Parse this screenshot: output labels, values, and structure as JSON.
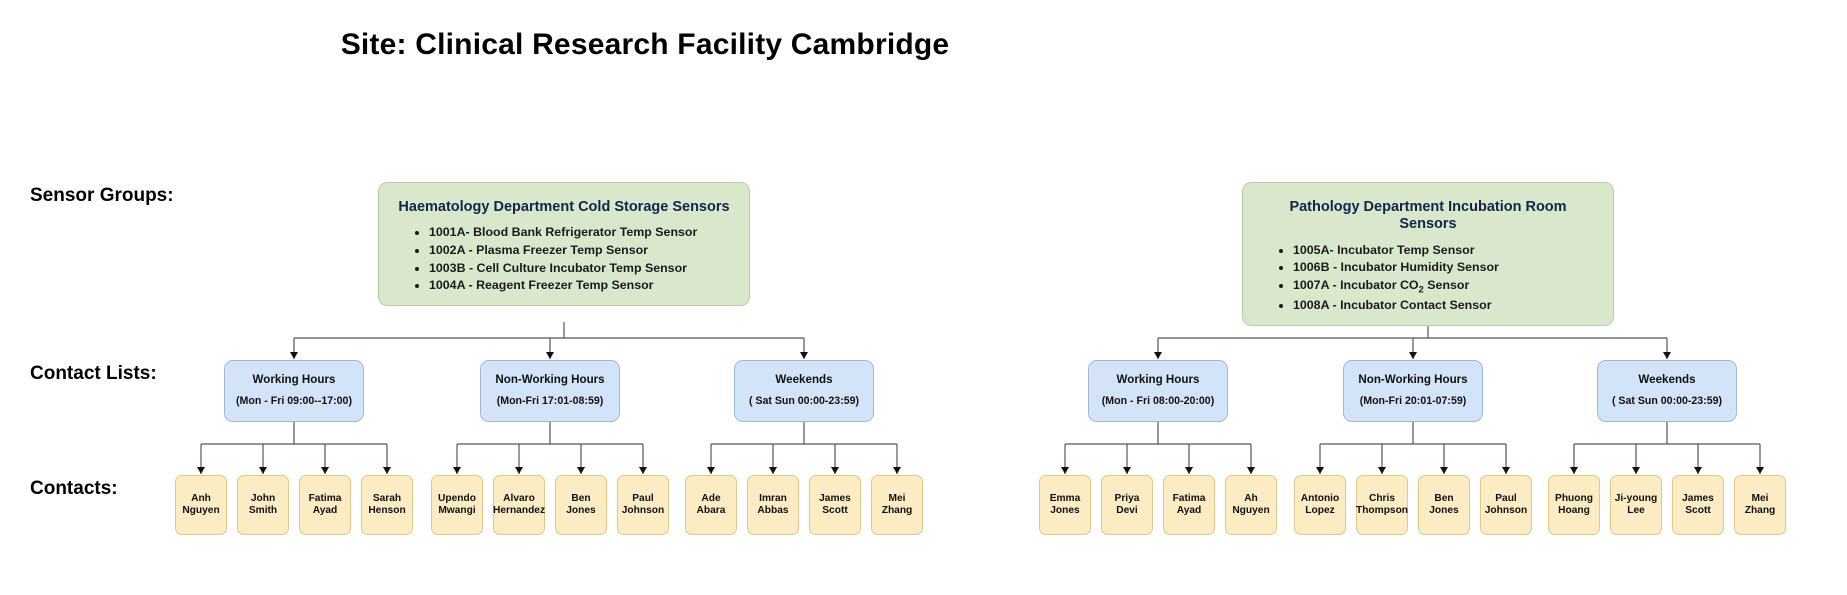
{
  "page": {
    "title": "Site: Clinical Research Facility Cambridge"
  },
  "row_labels": {
    "sensor_groups": "Sensor Groups:",
    "contact_lists": "Contact Lists:",
    "contacts": "Contacts:"
  },
  "colors": {
    "sensor_group_fill": "#d9e8cd",
    "sensor_group_border": "#b8cfa6",
    "sensor_group_title": "#16234a",
    "contact_list_fill": "#d3e3f8",
    "contact_list_border": "#9cb9dd",
    "contact_fill": "#fcecc4",
    "contact_border": "#e0c88c",
    "connector": "#555555",
    "background": "#ffffff"
  },
  "sensor_groups": [
    {
      "id": "haematology",
      "title": "Haematology Department Cold Storage Sensors",
      "sensors": [
        "1001A- Blood Bank Refrigerator Temp Sensor",
        "1002A - Plasma Freezer Temp Sensor",
        "1003B - Cell Culture Incubator Temp Sensor",
        "1004A - Reagent Freezer Temp Sensor"
      ]
    },
    {
      "id": "pathology",
      "title": "Pathology Department Incubation Room Sensors",
      "sensors": [
        "1005A- Incubator Temp Sensor",
        "1006B - Incubator Humidity Sensor",
        "1007A - Incubator CO2 Sensor",
        "1008A - Incubator Contact Sensor"
      ],
      "sensors_parts": [
        {
          "pre": "1005A- Incubator Temp Sensor",
          "sub": "",
          "post": ""
        },
        {
          "pre": "1006B - Incubator Humidity Sensor",
          "sub": "",
          "post": ""
        },
        {
          "pre": "1007A - Incubator CO",
          "sub": "2",
          "post": " Sensor"
        },
        {
          "pre": "1008A - Incubator Contact Sensor",
          "sub": "",
          "post": ""
        }
      ]
    }
  ],
  "contact_lists": [
    {
      "id": "haem-working-hours",
      "group": "haematology",
      "name": "Working Hours",
      "window": "(Mon - Fri  09:00--17:00)",
      "contacts": [
        "Anh Nguyen",
        "John Smith",
        "Fatima Ayad",
        "Sarah Henson"
      ]
    },
    {
      "id": "haem-non-working-hours",
      "group": "haematology",
      "name": "Non-Working Hours",
      "window": "(Mon-Fri 17:01-08:59)",
      "contacts": [
        "Upendo Mwangi",
        "Alvaro Hernandez",
        "Ben Jones",
        "Paul Johnson"
      ]
    },
    {
      "id": "haem-weekends",
      "group": "haematology",
      "name": "Weekends",
      "window": "( Sat Sun 00:00-23:59)",
      "contacts": [
        "Ade Abara",
        "Imran Abbas",
        "James Scott",
        "Mei Zhang"
      ]
    },
    {
      "id": "path-working-hours",
      "group": "pathology",
      "name": "Working Hours",
      "window": "(Mon - Fri  08:00-20:00)",
      "contacts": [
        "Emma Jones",
        "Priya Devi",
        "Fatima Ayad",
        "Ah Nguyen"
      ]
    },
    {
      "id": "path-non-working-hours",
      "group": "pathology",
      "name": "Non-Working Hours",
      "window": "(Mon-Fri 20:01-07:59)",
      "contacts": [
        "Antonio Lopez",
        "Chris Thompson",
        "Ben Jones",
        "Paul Johnson"
      ]
    },
    {
      "id": "path-weekends",
      "group": "pathology",
      "name": "Weekends",
      "window": "( Sat Sun 00:00-23:59)",
      "contacts": [
        "Phuong Hoang",
        "Ji-young Lee",
        "James Scott",
        "Mei Zhang"
      ]
    }
  ]
}
